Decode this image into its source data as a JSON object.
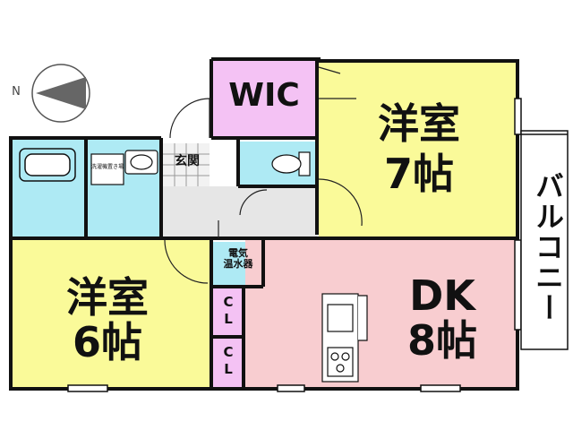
{
  "compass": {
    "north_label": "N"
  },
  "rooms": {
    "western_7": {
      "name": "洋室",
      "size": "7帖",
      "color": "#fafa99"
    },
    "western_6": {
      "name": "洋室",
      "size": "6帖",
      "color": "#fafa99"
    },
    "dk": {
      "name": "DK",
      "size": "8帖",
      "color": "#f8cdd0"
    },
    "wic": {
      "name": "WIC",
      "color": "#f4c2f4"
    },
    "entrance": {
      "name": "玄関"
    },
    "water_heater": {
      "name": "電気\n温水器"
    },
    "closet_1": {
      "name": "C\nL",
      "color": "#f4c2f4"
    },
    "closet_2": {
      "name": "C\nL",
      "color": "#f4c2f4"
    },
    "washer": {
      "name": "洗濯機置き場"
    },
    "balcony": {
      "name": "バルコニー"
    }
  },
  "colors": {
    "wet_area": "#aeeaf4",
    "hall": "#e6e6e6",
    "wall": "#111111"
  }
}
